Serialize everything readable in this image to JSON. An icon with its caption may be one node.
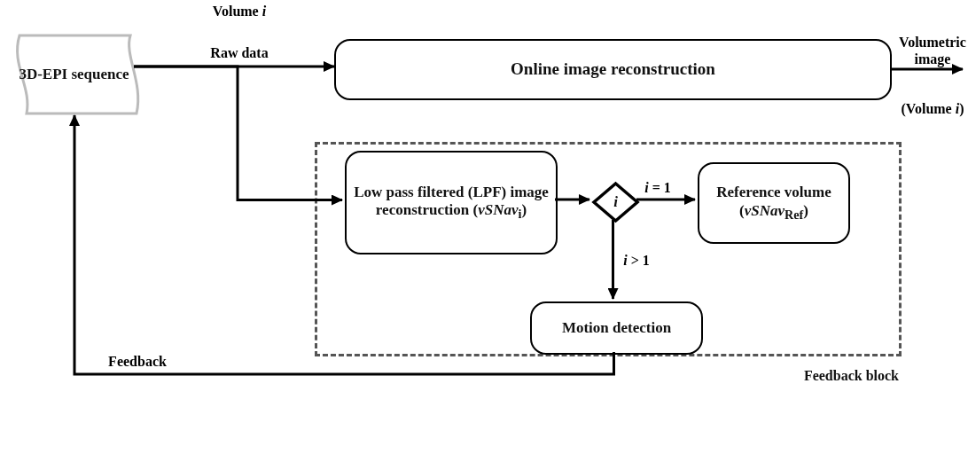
{
  "diagram": {
    "nodes": [
      {
        "text": [
          "3D-EPI sequence"
        ]
      },
      {
        "text": [
          "Online image reconstruction"
        ]
      },
      {
        "text": [
          "Feedback block"
        ]
      },
      {
        "text": [
          "Low pass filtered (LPF) image reconstruction (*vSNav*$_{i}$)"
        ],
        "in": 2
      },
      {
        "text": [
          "i"
        ],
        "in": 2
      },
      {
        "text": [
          "Reference volume (*vSNav*$_{Ref}$)"
        ],
        "in": 2
      },
      {
        "text": [
          "Motion detection"
        ],
        "in": 2
      }
    ],
    "edges": [
      {
        "from": 0,
        "to": 1,
        "arrow": "to",
        "label": "Raw data"
      },
      {
        "from": 0,
        "to": 3,
        "arrow": "to"
      },
      {
        "from": 3,
        "to": 4,
        "arrow": "to"
      },
      {
        "from": 4,
        "to": 5,
        "arrow": "to",
        "label": "*i* = 1"
      },
      {
        "from": 4,
        "to": 6,
        "arrow": "to",
        "label": "*i* > 1"
      },
      {
        "from": 6,
        "to": 0,
        "arrow": "to",
        "label": "Feedback"
      },
      {
        "from": 1,
        "to": null,
        "arrow": "to",
        "label": "Volumetric image"
      }
    ],
    "labels": [
      "Volume *i*",
      "(Volume *i*)"
    ]
  }
}
